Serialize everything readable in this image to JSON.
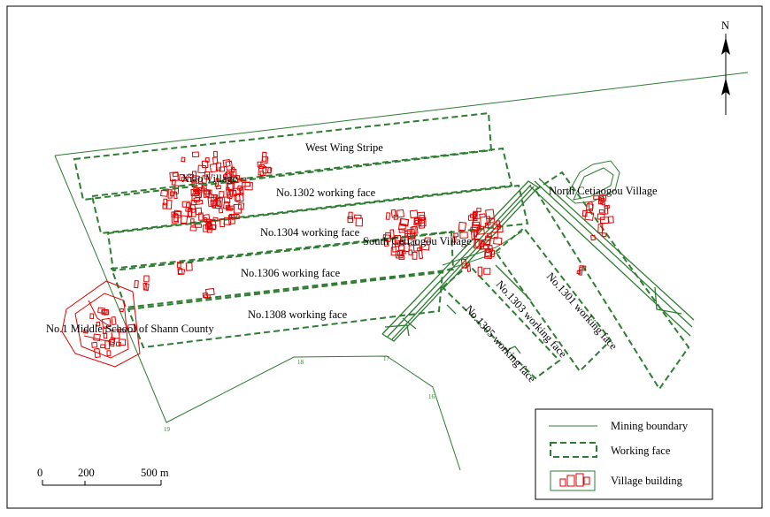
{
  "north_arrow": {
    "label": "N"
  },
  "working_faces": {
    "west_wing": "West Wing Stripe",
    "face_1302": "No.1302 working face",
    "face_1304": "No.1304 working face",
    "face_1306": "No.1306 working face",
    "face_1308": "No.1308 working face",
    "face_1301": "No.1301 working face",
    "face_1303": "No.1303 working face",
    "face_1305": "No.1305 working face"
  },
  "villages": {
    "west": "Xiao Village",
    "south": "South Cetiaogou Village",
    "north": "North Cetiaogou Village",
    "school": "No.1 Middle School of Shann County"
  },
  "boundary_points": [
    "19",
    "18",
    "17",
    "16"
  ],
  "scale_bar": {
    "zero": "0",
    "mid": "200",
    "end": "500 m"
  },
  "legend": {
    "mining_boundary": "Mining boundary",
    "working_face": "Working face",
    "village_building": "Village building"
  },
  "colors": {
    "boundary": "#2e7d32",
    "working_face": "#2e7d32",
    "building": "#e00000",
    "frame": "#000000"
  }
}
